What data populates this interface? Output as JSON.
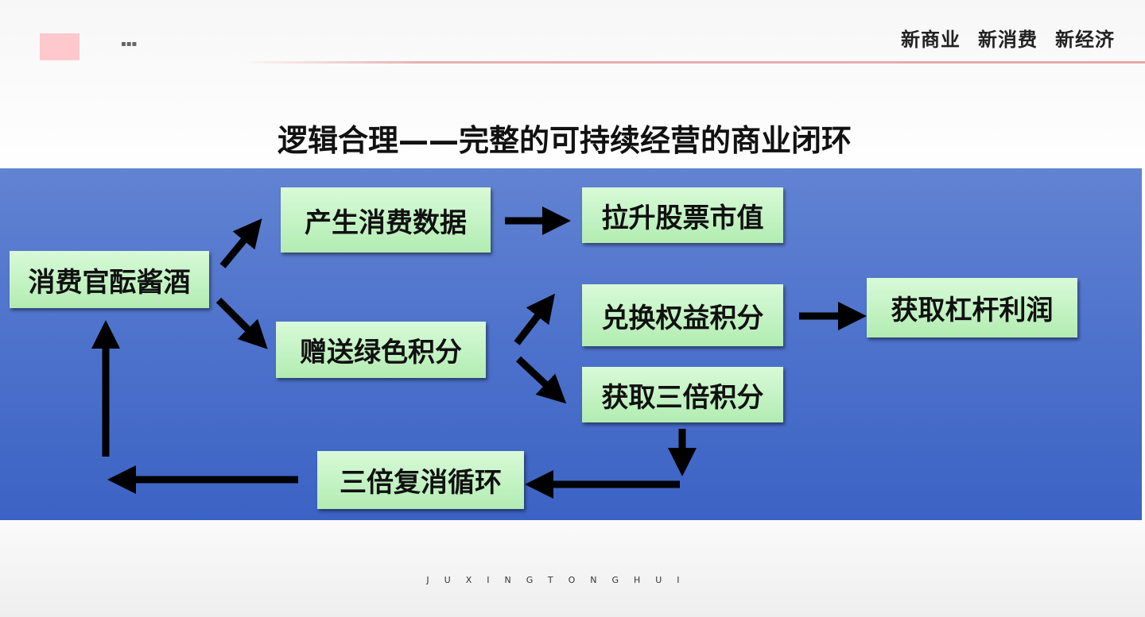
{
  "header": {
    "slogans": [
      "新商业",
      "新消费",
      "新经济"
    ]
  },
  "title": "逻辑合理——完整的可持续经营的商业闭环",
  "diagram": {
    "nodes": [
      {
        "id": "consume",
        "label": "消费官酝酱酒"
      },
      {
        "id": "data",
        "label": "产生消费数据"
      },
      {
        "id": "stock",
        "label": "拉升股票市值"
      },
      {
        "id": "green",
        "label": "赠送绿色积分"
      },
      {
        "id": "exchange",
        "label": "兑换权益积分"
      },
      {
        "id": "leverage",
        "label": "获取杠杆利润"
      },
      {
        "id": "triple",
        "label": "获取三倍积分"
      },
      {
        "id": "loop",
        "label": "三倍复消循环"
      }
    ],
    "edges": [
      {
        "from": "consume",
        "to": "data"
      },
      {
        "from": "consume",
        "to": "green"
      },
      {
        "from": "data",
        "to": "stock"
      },
      {
        "from": "green",
        "to": "exchange"
      },
      {
        "from": "green",
        "to": "triple"
      },
      {
        "from": "exchange",
        "to": "leverage"
      },
      {
        "from": "triple",
        "to": "loop"
      },
      {
        "from": "loop",
        "to": "consume"
      }
    ],
    "colors": {
      "panel": "#4d72cc",
      "box": "#c4f4c4",
      "arrow": "#000000"
    }
  },
  "footer": "JUXINGTONGHUI"
}
